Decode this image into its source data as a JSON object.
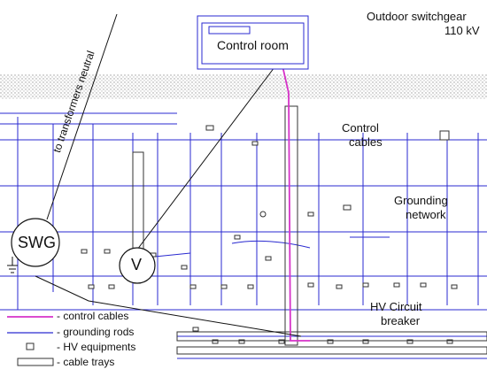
{
  "title_line1": "Outdoor switchgear",
  "title_line2": "110 kV",
  "control_room": "Control room",
  "neutral_label": "to transformers neutral",
  "control_cables_line1": "Control",
  "control_cables_line2": "cables",
  "grounding_line1": "Grounding",
  "grounding_line2": "network",
  "swg": "SWG",
  "v": "V",
  "breaker_line1": "HV Circuit",
  "breaker_line2": "breaker",
  "legend": {
    "control_cables": "- control cables",
    "grounding_rods": "- grounding rods",
    "hv_equipments": "- HV equipments",
    "cable_trays": "- cable trays"
  },
  "colors": {
    "grounding": "#2a2ad0",
    "control_cable": "#d633c8",
    "tray": "#333333",
    "dotted_band": "#9a9a9a"
  }
}
